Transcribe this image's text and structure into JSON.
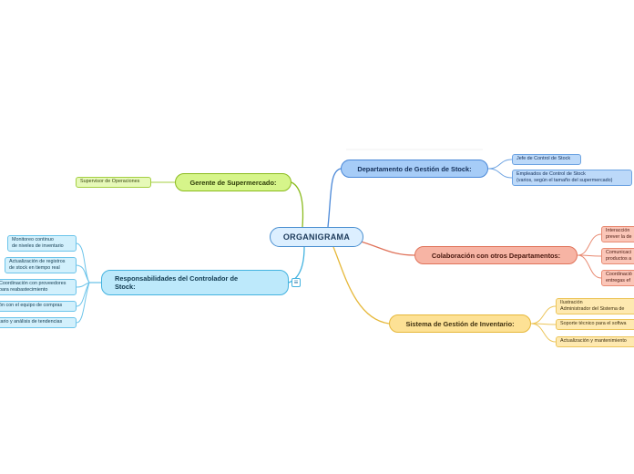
{
  "root": {
    "label": "ORGANIGRAMA"
  },
  "branches": {
    "gerente": {
      "label": "Gerente de Supermercado:",
      "children": [
        "Supervisor de Operaciones"
      ]
    },
    "departamento": {
      "label": "Departamento de Gestión de Stock:",
      "children": [
        "Jefe de Control de Stock",
        "Empleados de Control de Stock\n(varios, según el tamaño del supermercado)"
      ]
    },
    "responsabilidades": {
      "label": "Responsabilidades del Controlador de\nStock:",
      "children": [
        "Monitoreo continuo\nde niveles de inventario",
        "Actualización de registros\nde stock en tiempo real",
        "Coordinación con proveedores\npara reabastecimiento",
        "ón con el equipo de compras",
        "tario y análisis de tendencias"
      ]
    },
    "colaboracion": {
      "label": "Colaboración con otros Departamentos:",
      "children": [
        "Interacción\nprever la de",
        "Comunicaci\nproductos a",
        "Coordinació\nentregas ef"
      ]
    },
    "sistema": {
      "label": "Sistema de Gestión de Inventario:",
      "children": [
        "Ilustración\nAdministrador del Sistema de",
        "Soporte técnico para el softwa",
        "Actualización y mantenimiento"
      ]
    }
  },
  "colors": {
    "green": "#8bbb1e",
    "blue": "#4a88d8",
    "cyan": "#44b3e0",
    "salmon": "#e0735a",
    "yellow": "#e6b83a"
  },
  "icons": {
    "collapse": "menu-collapse-icon"
  }
}
